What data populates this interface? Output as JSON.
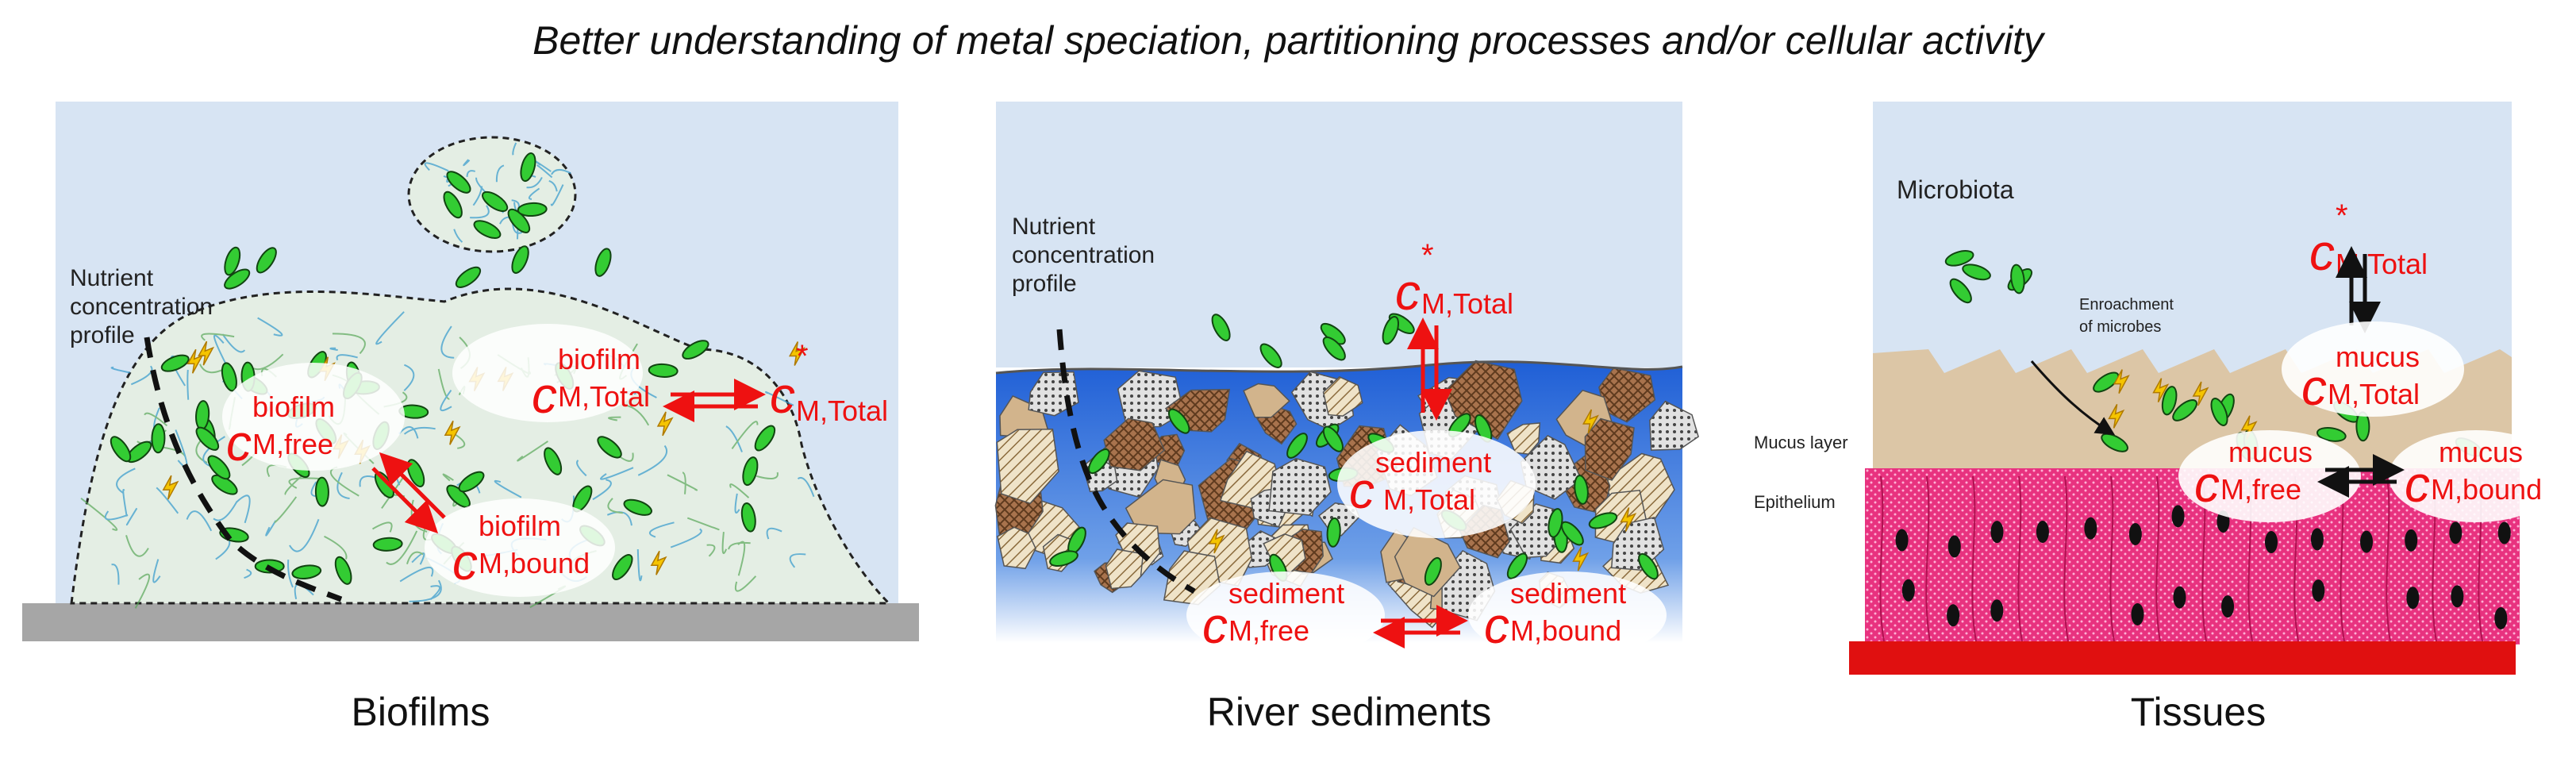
{
  "title": "Better understanding of metal speciation, partitioning processes and/or cellular activity",
  "panels": [
    {
      "caption": "Biofilms",
      "labels": [
        "Nutrient",
        "concentration",
        "profile"
      ],
      "conc": {
        "free": {
          "sup": "biofilm",
          "sub": "M,free"
        },
        "bound": {
          "sup": "biofilm",
          "sub": "M,bound"
        },
        "total": {
          "sup": "biofilm",
          "sub": "M,Total"
        },
        "bulk": {
          "sup": "*",
          "sub": "M,Total"
        }
      }
    },
    {
      "caption": "River sediments",
      "labels": [
        "Nutrient",
        "concentration",
        "profile"
      ],
      "conc": {
        "bulk": {
          "sup": "*",
          "sub": "M,Total"
        },
        "total": {
          "sup": "sediment",
          "sub": "M,Total"
        },
        "free": {
          "sup": "sediment",
          "sub": "M,free"
        },
        "bound": {
          "sup": "sediment",
          "sub": "M,bound"
        }
      }
    },
    {
      "caption": "Tissues",
      "labels": {
        "microbiota": "Microbiota",
        "enroachment": [
          "Enroachment",
          "of microbes"
        ],
        "mucus_layer": "Mucus layer",
        "epithelium": "Epithelium"
      },
      "conc": {
        "bulk": {
          "sup": "*",
          "sub": "M,Total"
        },
        "total": {
          "sup": "mucus",
          "sub": "M,Total"
        },
        "free": {
          "sup": "mucus",
          "sub": "M,free"
        },
        "bound": {
          "sup": "mucus",
          "sub": "M,bound"
        }
      }
    }
  ],
  "colors": {
    "background_panel": "#d7e4f3",
    "concentration_text": "#ee1111",
    "bacteria": "#33cc33",
    "water": "#1f5fd6",
    "mucus": "#dcc6a6",
    "epithelium": "#e8327f",
    "tissue_base": "#e01010",
    "substrate": "#a6a6a6"
  }
}
